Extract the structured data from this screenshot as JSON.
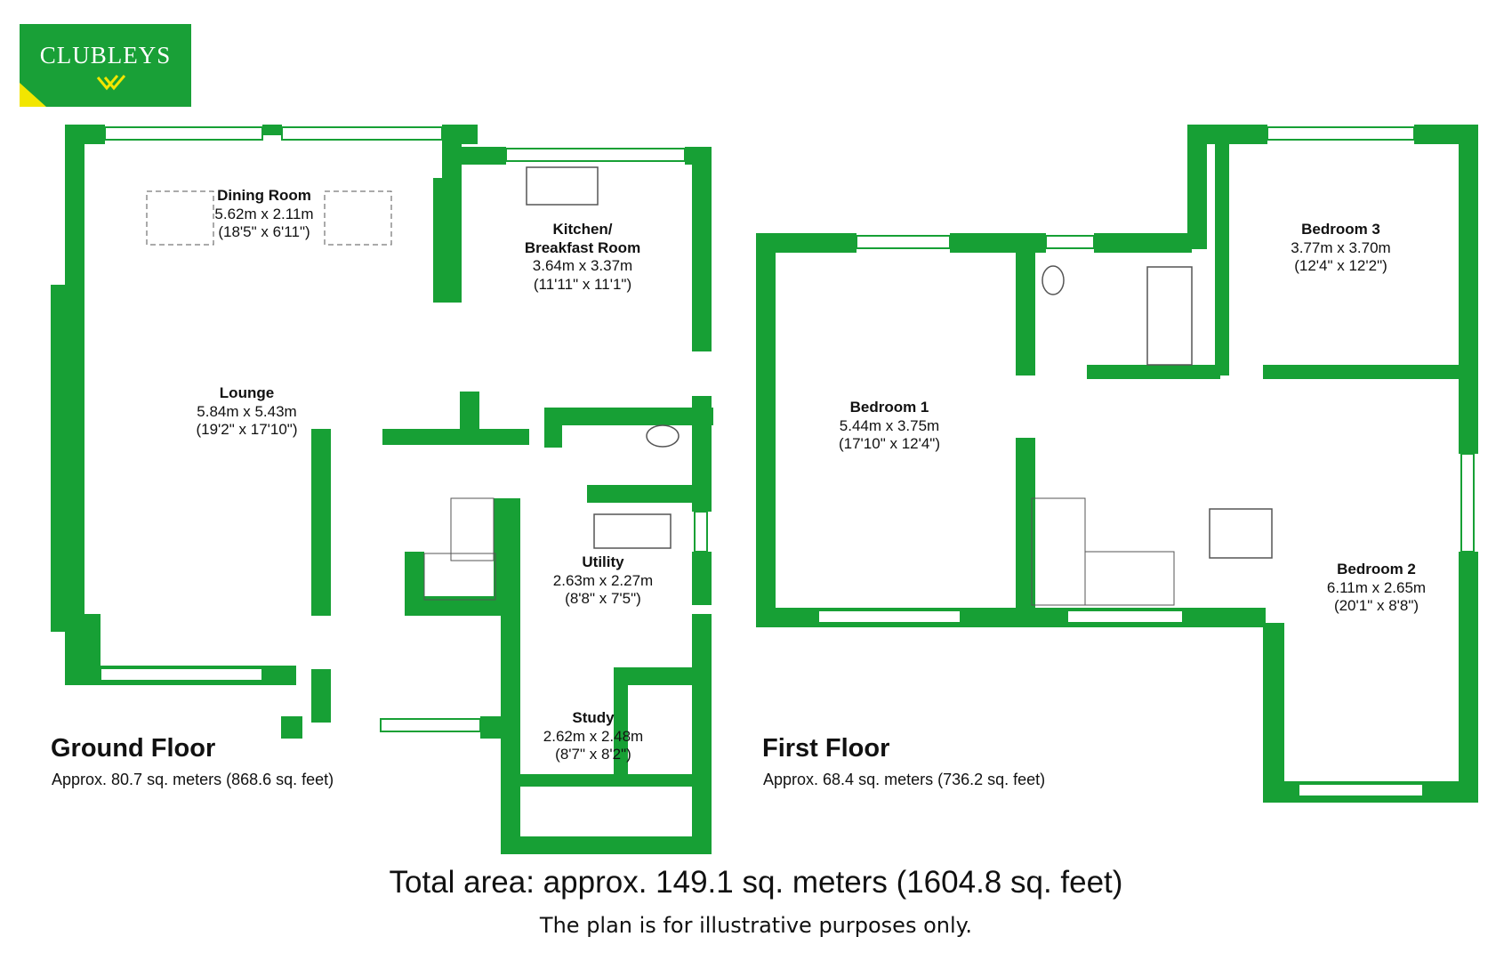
{
  "logo": {
    "text": "CLUBLEYS",
    "brand_color": "#19a037",
    "accent_color": "#f2e600"
  },
  "colors": {
    "wall": "#17a035",
    "window": "#ffffff",
    "fixture": "#666666"
  },
  "ground_floor": {
    "title": "Ground Floor",
    "area": "Approx. 80.7 sq. meters (868.6 sq. feet)",
    "rooms": [
      {
        "name": "Dining Room",
        "metric": "5.62m x 2.11m",
        "imperial": "(18'5\" x 6'11\")"
      },
      {
        "name": "Kitchen/",
        "name2": "Breakfast Room",
        "metric": "3.64m x 3.37m",
        "imperial": "(11'11\" x 11'1\")"
      },
      {
        "name": "Lounge",
        "metric": "5.84m x 5.43m",
        "imperial": "(19'2\" x 17'10\")"
      },
      {
        "name": "Utility",
        "metric": "2.63m x 2.27m",
        "imperial": "(8'8\" x 7'5\")"
      },
      {
        "name": "Study",
        "metric": "2.62m x 2.48m",
        "imperial": "(8'7\" x 8'2\")"
      }
    ]
  },
  "first_floor": {
    "title": "First Floor",
    "area": "Approx. 68.4 sq. meters (736.2 sq. feet)",
    "rooms": [
      {
        "name": "Bedroom 1",
        "metric": "5.44m x 3.75m",
        "imperial": "(17'10\" x 12'4\")"
      },
      {
        "name": "Bedroom 3",
        "metric": "3.77m x 3.70m",
        "imperial": "(12'4\" x 12'2\")"
      },
      {
        "name": "Bedroom 2",
        "metric": "6.11m x 2.65m",
        "imperial": "(20'1\" x 8'8\")"
      }
    ]
  },
  "total_area": "Total area: approx. 149.1 sq. meters (1604.8 sq. feet)",
  "disclaimer": "The plan is for illustrative purposes only."
}
